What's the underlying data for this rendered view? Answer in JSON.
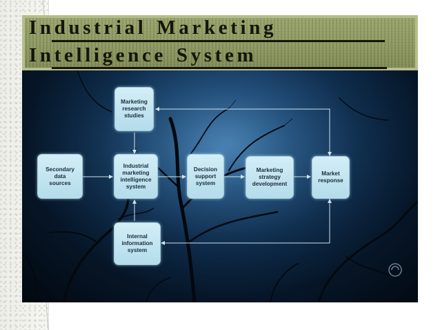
{
  "slide": {
    "title_line1": "Industrial Marketing",
    "title_line2": "Intelligence System"
  },
  "diagram": {
    "nodes": {
      "marketing_research": "Marketing\nresearch\nstudies",
      "secondary_data": "Secondary\ndata\nsources",
      "industrial_mis": "Industrial\nmarketing\nintelligence\nsystem",
      "decision_support": "Decision\nsupport\nsystem",
      "marketing_strategy": "Marketing\nstrategy\ndevelopment",
      "market_response": "Market\nresponse",
      "internal_info": "Internal\ninformation\nsystem"
    }
  },
  "colors": {
    "node_fill": "#c6e7f2",
    "banner": "#8d9860",
    "panel_glow": "#3f78ab",
    "arrow": "#cfe3ef"
  }
}
